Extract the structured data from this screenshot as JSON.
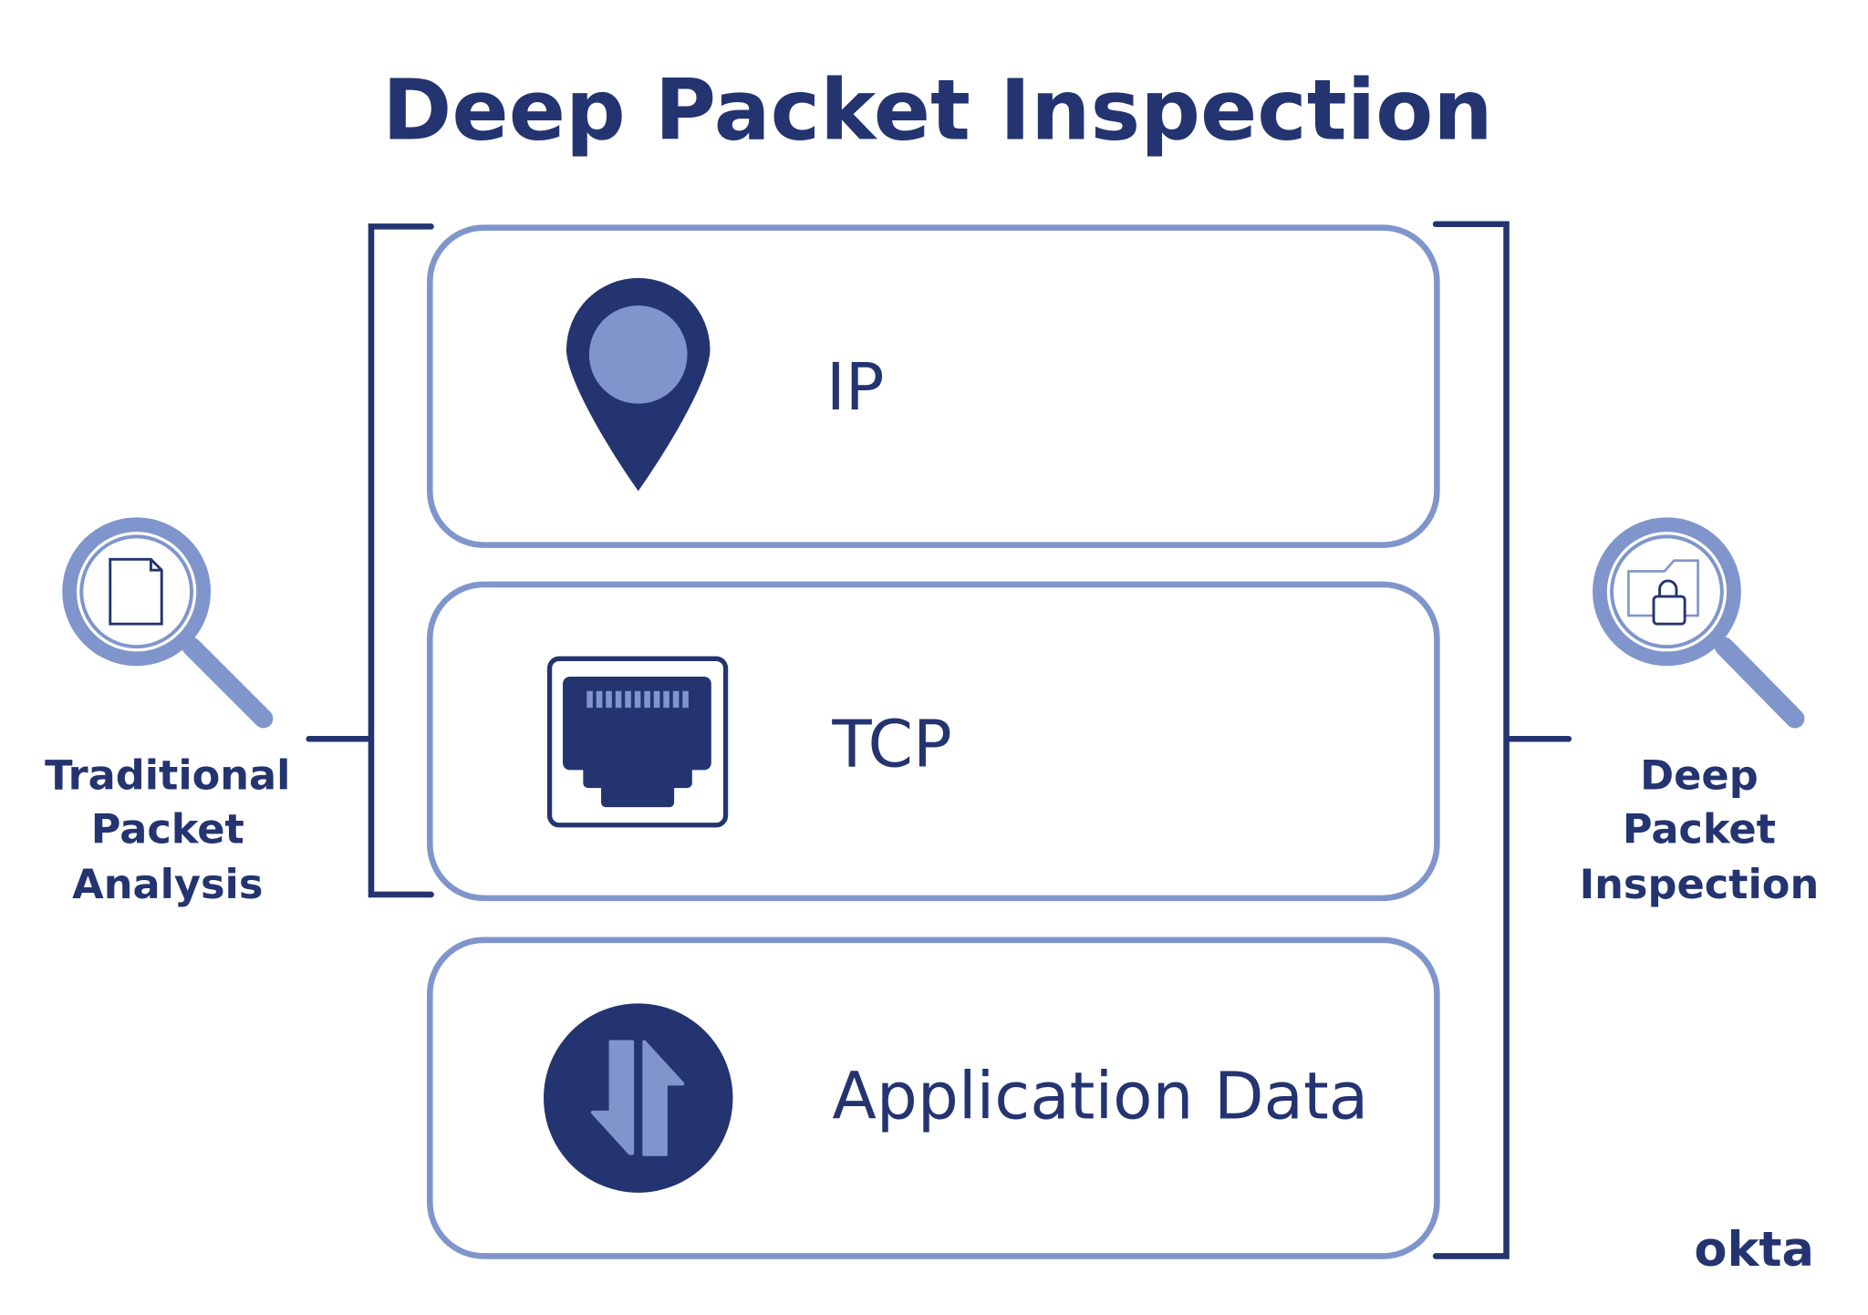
{
  "title": "Deep Packet Inspection",
  "layers": [
    {
      "label": "IP",
      "icon": "location-pin-icon"
    },
    {
      "label": "TCP",
      "icon": "ethernet-port-icon"
    },
    {
      "label": "Application Data",
      "icon": "data-transfer-arrows-icon"
    }
  ],
  "left_label": {
    "lines": [
      "Traditional",
      "Packet",
      "Analysis"
    ],
    "icon": "magnifier-document-icon"
  },
  "right_label": {
    "lines": [
      "Deep",
      "Packet",
      "Inspection"
    ],
    "icon": "magnifier-locked-folder-icon"
  },
  "logo": "okta",
  "colors": {
    "dark": "#243470",
    "light": "#7f95cc",
    "background": "#ffffff"
  }
}
